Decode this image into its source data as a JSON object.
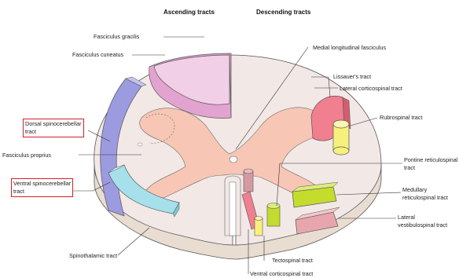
{
  "headers": {
    "ascending": "Ascending tracts",
    "descending": "Descending tracts"
  },
  "labels": {
    "fasciculus_gracilis": "Fasciculus gracilis",
    "fasciculus_cuneatus": "Fasciculus cuneatus",
    "dorsal_spinocerebellar_1": "Dorsal spinocerebellar",
    "dorsal_spinocerebellar_2": "tract",
    "fasciculus_proprius": "Fasciculus proprius",
    "ventral_spinocerebellar_1": "Ventral spinocerebellar",
    "ventral_spinocerebellar_2": "tract",
    "spinothalamic": "Spinothalamic tract",
    "medial_longitudinal": "Medial longitudinal fasciculus",
    "lissauer": "Lissauer's tract",
    "lateral_corticospinal": "Lateral corticospinal tract",
    "rubrospinal": "Rubrospinal tract",
    "pontine_1": "Pontine reticulospinal",
    "pontine_2": "tract",
    "medullary_1": "Medullary",
    "medullary_2": "reticulospinal tract",
    "lateral_vestibulo_1": "Lateral",
    "lateral_vestibulo_2": "vestibulospinal tract",
    "tectospinal": "Tectospinal tract",
    "ventral_corticospinal": "Ventral corticospinal tract"
  },
  "colors": {
    "white_matter": "#f2e8e6",
    "gray_matter": "#f7c6b4",
    "gracilis": "#f1cfe6",
    "cuneatus": "#e2a3d0",
    "dorsal_spinocerebellar": "#9c9be0",
    "ventral_spinocerebellar": "#a6e0ea",
    "lateral_corticospinal": "#f07f8f",
    "rubrospinal": "#f8f07c",
    "medullary_reticulospinal": "#c3dc2e",
    "lateral_vestibulospinal": "#e7a6ae",
    "highlight_box": "#d61f26"
  }
}
